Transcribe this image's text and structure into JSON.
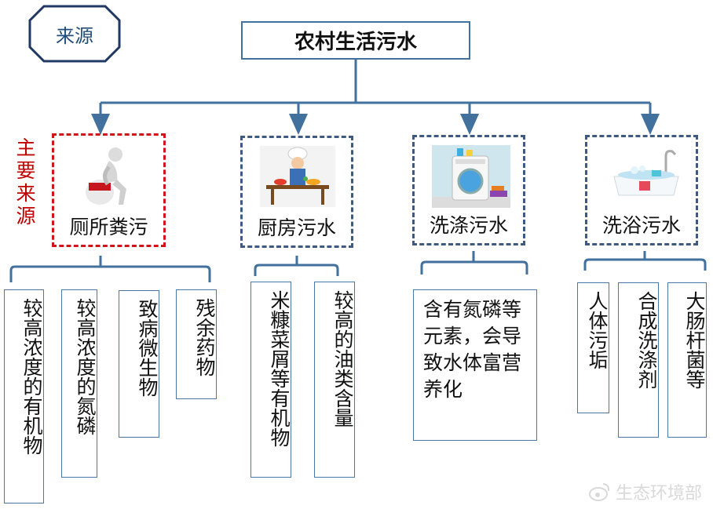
{
  "source_tag": "来源",
  "root_title": "农村生活污水",
  "main_source_label": "主要来源",
  "categories": [
    {
      "label": "厕所粪污",
      "illustration": "toilet-figure-icon",
      "primary": true
    },
    {
      "label": "厨房污水",
      "illustration": "chef-cooking-icon",
      "primary": false
    },
    {
      "label": "洗涤污水",
      "illustration": "washing-machine-icon",
      "primary": false
    },
    {
      "label": "洗浴污水",
      "illustration": "bathtub-icon",
      "primary": false
    }
  ],
  "leaves": {
    "toilet": [
      "较高浓度的有机物",
      "较高浓度的氮磷",
      "致病微生物",
      "残余药物"
    ],
    "kitchen": [
      "米糠菜屑等有机物",
      "较高的油类含量"
    ],
    "laundry": [
      "含有氮磷等元素，会导致水体富营养化"
    ],
    "bath": [
      "人体污垢",
      "合成洗涤剂",
      "大肠杆菌等"
    ]
  },
  "watermark": "生态环境部",
  "colors": {
    "primary": "#d0141c",
    "frame": "#3e5a80",
    "line": "#41719c",
    "red_text": "#c00000"
  }
}
